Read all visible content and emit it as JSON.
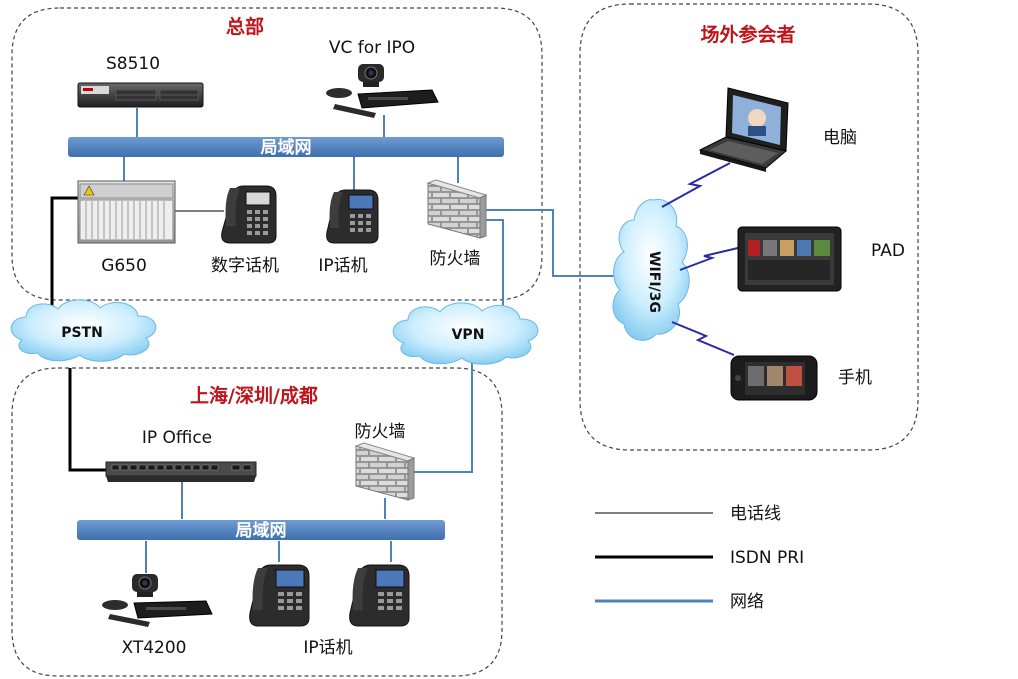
{
  "zones": {
    "hq": "总部",
    "remote": "场外参会者",
    "branch": "上海/深圳/成都"
  },
  "devices": {
    "s8510": "S8510",
    "vc": "VC for IPO",
    "g650": "G650",
    "digital_phone": "数字话机",
    "ip_phone_hq": "IP话机",
    "firewall_hq": "防火墙",
    "ip_office": "IP Office",
    "firewall_branch": "防火墙",
    "xt4200": "XT4200",
    "ip_phone_branch": "IP话机",
    "pc": "电脑",
    "pad": "PAD",
    "mobile": "手机"
  },
  "networks": {
    "lan_hq": "局域网",
    "lan_branch": "局域网",
    "pstn": "PSTN",
    "vpn": "VPN",
    "wifi": "WIFI/3G"
  },
  "legend": {
    "phone_line": "电话线",
    "isdn": "ISDN PRI",
    "network": "网络"
  },
  "colors": {
    "zone_title": "#c0141b",
    "lan_bar": "#4f81bd",
    "network_line": "#4f81bd",
    "isdn_line": "#000000",
    "phone_line": "#000000",
    "cloud": "#9fd6f3",
    "wireless_bolt": "#2a2aa8"
  }
}
